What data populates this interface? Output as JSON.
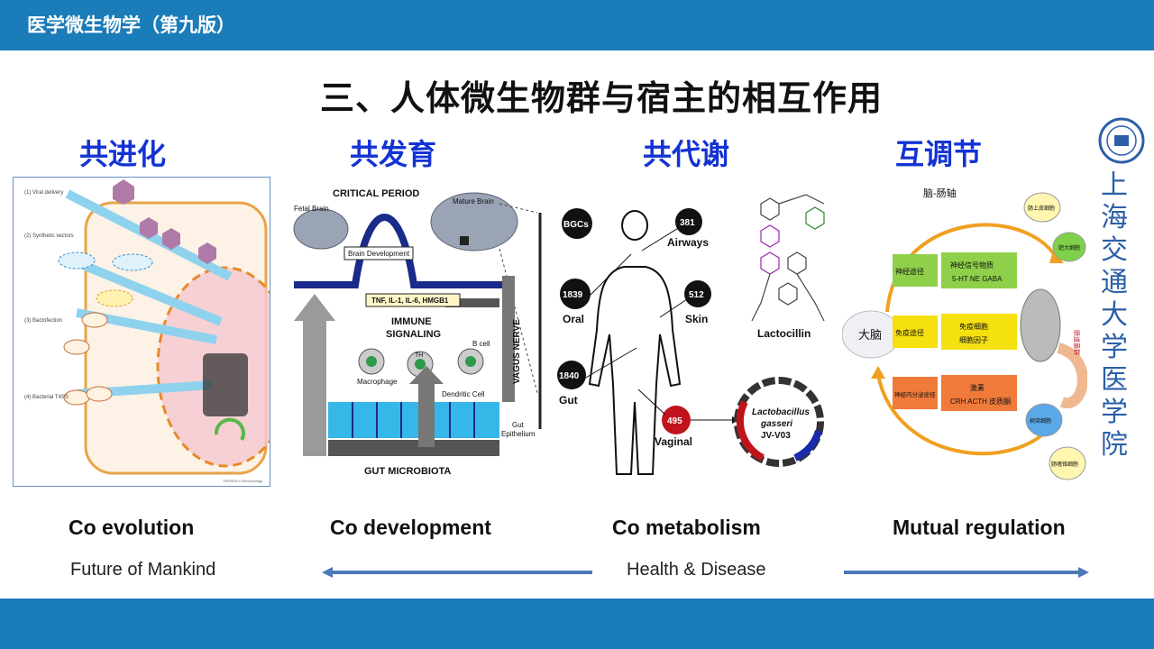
{
  "header": {
    "course_title": "医学微生物学（第九版）"
  },
  "slide_title": "三、人体微生物群与宿主的相互作用",
  "panels": [
    {
      "cn": "共进化",
      "en": "Co evolution"
    },
    {
      "cn": "共发育",
      "en": "Co development"
    },
    {
      "cn": "共代谢",
      "en": "Co metabolism"
    },
    {
      "cn": "互调节",
      "en": "Mutual regulation"
    }
  ],
  "bottom_labels": {
    "left": "Future of Mankind",
    "right": "Health & Disease"
  },
  "logo": {
    "vertical_text": "上海交通大学医学院"
  },
  "fig1": {
    "labels": [
      "(1) Viral delivery",
      "(2) Synthetic vectors",
      "(3) Bactofection",
      "(4) Bacterial T4SS"
    ],
    "footer": "TRENDS in Microbiology"
  },
  "fig2": {
    "critical_period": "CRITICAL PERIOD",
    "fetal_brain": "Fetal Brain",
    "mature_brain": "Mature Brain",
    "brain_dev": "Brain Development",
    "cytokines": "TNF, IL-1, IL-6, HMGB1",
    "immune": "IMMUNE",
    "signaling": "SIGNALING",
    "macrophage": "Macrophage",
    "th": "TH",
    "bcell": "B cell",
    "dendritic": "Dendritic Cell",
    "vagus": "VAGUS NERVE",
    "gut": "Gut",
    "epithelium": "Epithelium",
    "microbiota": "GUT MICROBIOTA"
  },
  "fig3": {
    "bgcs": "BGCs",
    "airways_n": "381",
    "airways": "Airways",
    "oral_n": "1839",
    "oral": "Oral",
    "skin_n": "512",
    "skin": "Skin",
    "gut_n": "1840",
    "gut": "Gut",
    "vaginal_n": "495",
    "vaginal": "Vaginal",
    "lacto": "Lactocillin",
    "plasmid1": "Lactobacillus",
    "plasmid2": "gasseri",
    "plasmid3": "JV-V03"
  },
  "fig4": {
    "axis": "脑-肠轴",
    "brain": "大脑",
    "path1": "神经途径",
    "path2": "免疫途径",
    "path3": "神经内分泌途径",
    "box1a": "神经信号物质",
    "box1b": "5-HT  NE  GABA",
    "box2a": "免疫细胞",
    "box2b": "细胞因子",
    "box3a": "激素",
    "box3b": "CRH  ACTH  皮质酮",
    "bubble1": "肠上皮细胞",
    "bubble2": "肥大细胞",
    "bubble3": "树突细胞",
    "bubble4": "肠嗜铬细胞",
    "flora": "肠道菌群"
  },
  "colors": {
    "bar": "#1a7cb8",
    "head": "#1433d4",
    "arrow": "#4a78b8"
  }
}
